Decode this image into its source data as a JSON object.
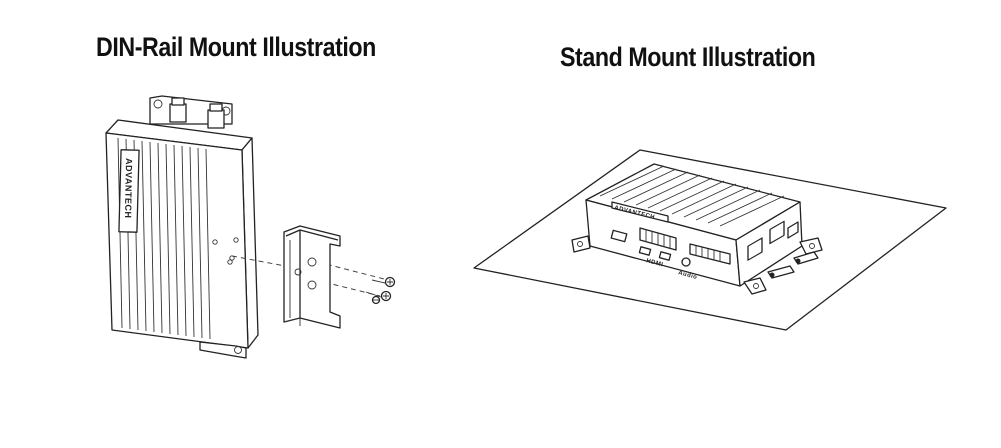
{
  "titles": {
    "din_rail": "DIN-Rail Mount Illustration",
    "stand": "Stand Mount Illustration"
  },
  "device": {
    "brand_label": "ADVANTECH"
  },
  "ports": {
    "hdmi": "HDMI",
    "audio": "Audio"
  },
  "colors": {
    "line": "#222222",
    "background": "#ffffff"
  }
}
